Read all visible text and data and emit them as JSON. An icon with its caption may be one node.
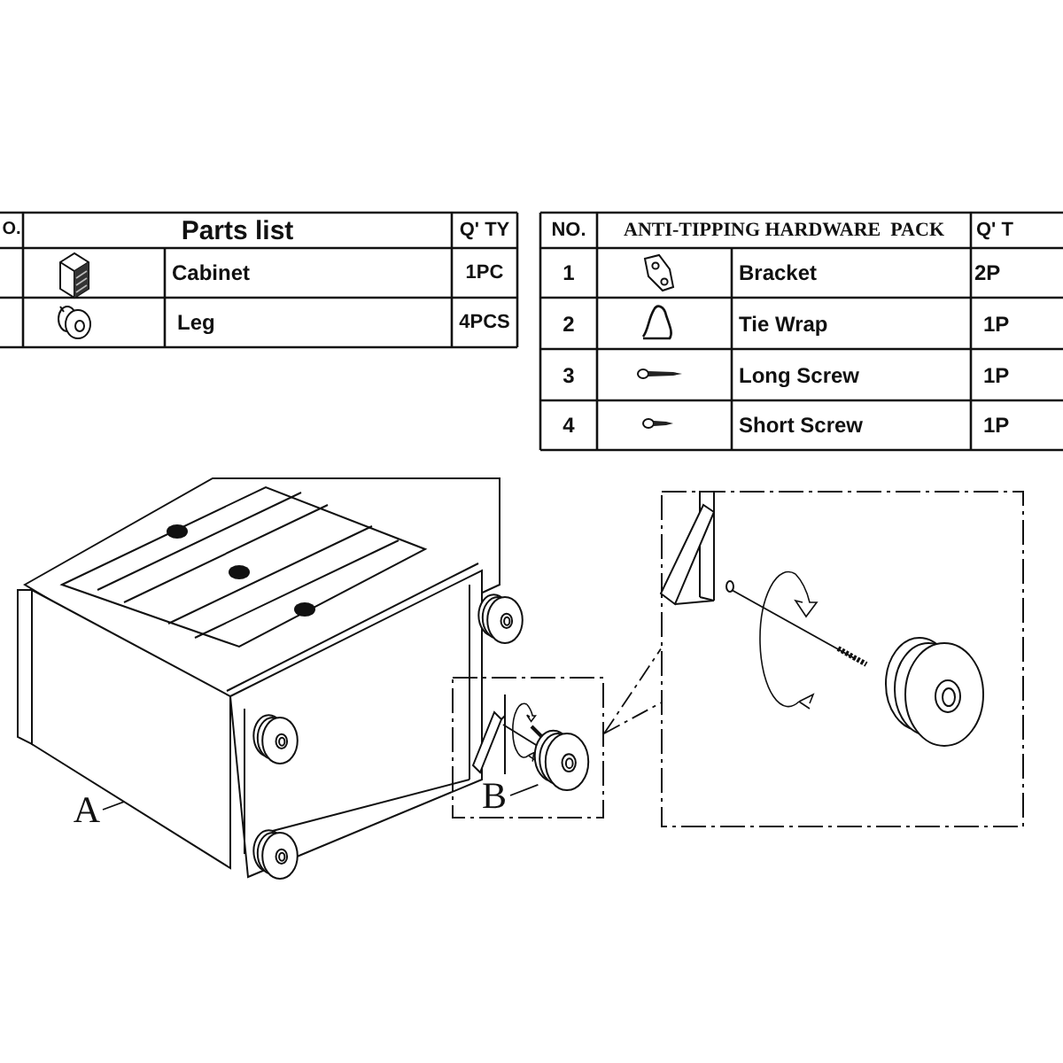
{
  "diagram": {
    "nodes": [
      {
        "text": [
          "A"
        ]
      },
      {
        "text": [],
        "shape": "picture"
      },
      {
        "text": [
          "B"
        ],
        "in": 4
      },
      {
        "text": [],
        "shape": "picture",
        "in": 4
      },
      {
        "text": [],
        "shape": "box"
      },
      {
        "text": [],
        "shape": "box"
      }
    ],
    "edges": [
      {
        "from": 0,
        "to": 1,
        "arrow": "none"
      },
      {
        "from": 2,
        "to": 3,
        "arrow": "none"
      },
      {
        "from": 4,
        "to": 5,
        "arrow": "none",
        "style": "dashed"
      },
      {
        "from": 4,
        "to": 5,
        "arrow": "none",
        "style": "dashed"
      }
    ],
    "labels": [
      "O.",
      "Parts list",
      "Q' TY",
      "Cabinet",
      "1PC",
      "Leg",
      "4PCS",
      "NO.",
      "ANTI-TIPPING HARDWARE  PACK",
      "Q' T",
      "1",
      "Bracket",
      "2P",
      "2",
      "Tie Wrap",
      "1P",
      "3",
      "Long Screw",
      "1P",
      "4",
      "Short Screw",
      "1P"
    ]
  }
}
